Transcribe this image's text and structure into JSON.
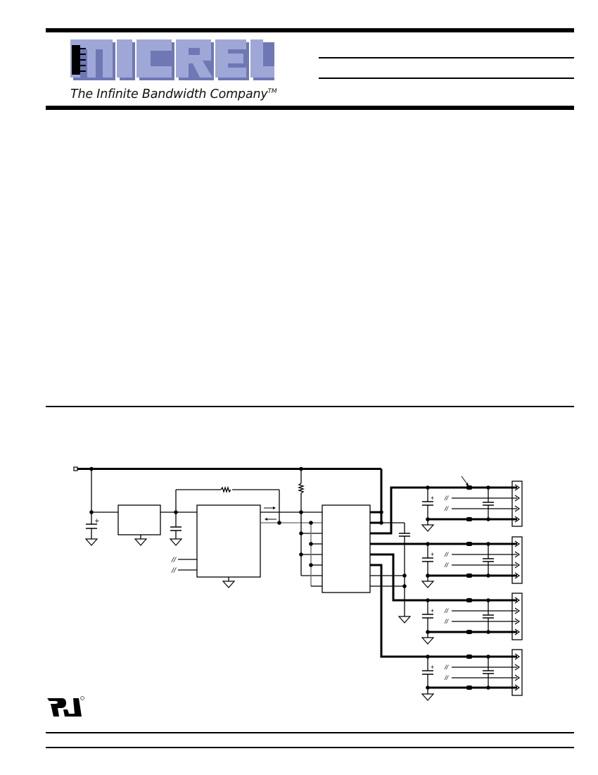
{
  "header": {
    "logo": {
      "wordmark": "MICREL",
      "tagline": "The Infinite Bandwidth Company",
      "trademark": "TM",
      "colors": {
        "letter_fill": "#9fa7d6",
        "letter_shade": "#6f78b5",
        "chip": "#000000"
      }
    },
    "title_lines": [
      "",
      ""
    ]
  },
  "body": {
    "content": ""
  },
  "figure": {
    "type": "schematic",
    "caption": "",
    "labels": [],
    "output_connectors": 4,
    "lines_per_connector": 4
  },
  "footer": {
    "certification_logo": "UL recognized component mark",
    "registered_mark": "®",
    "page_info": ""
  }
}
